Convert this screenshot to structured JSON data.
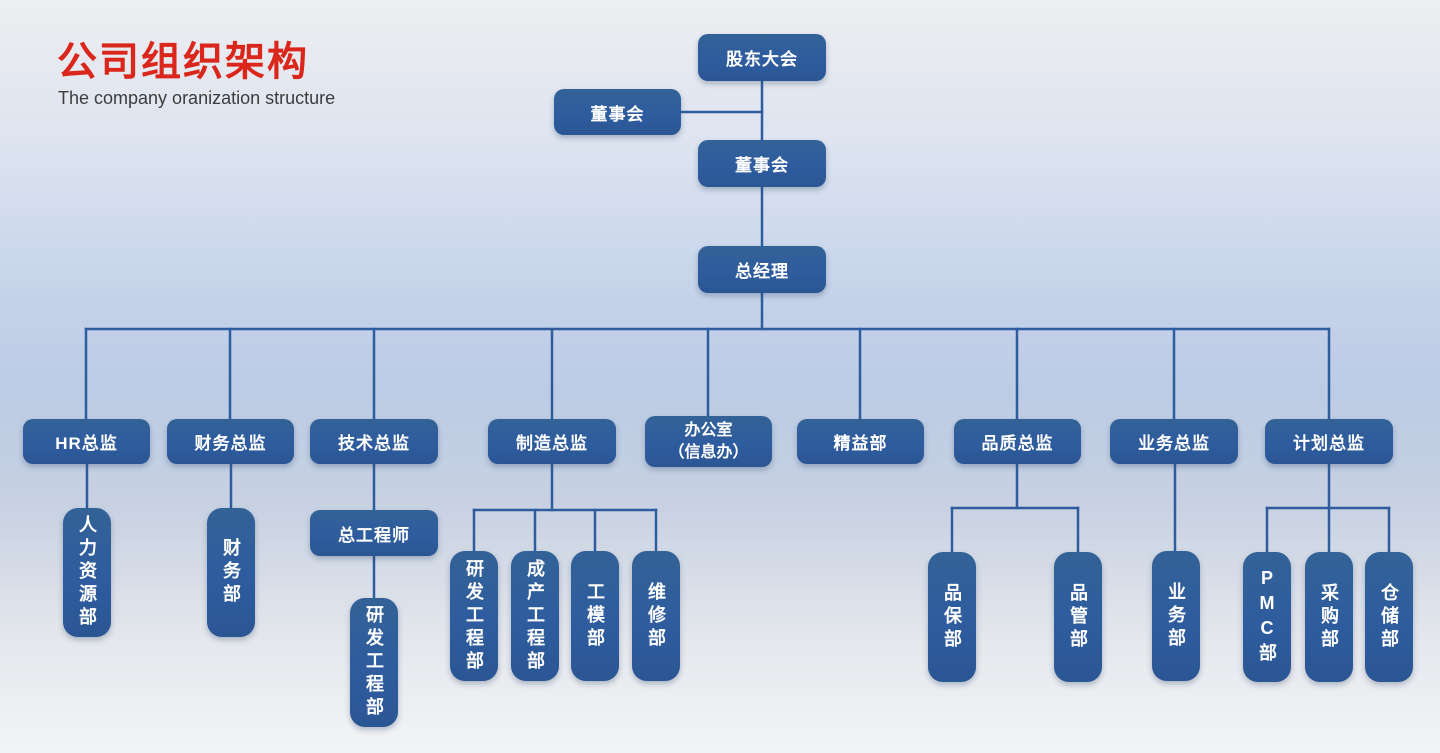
{
  "header": {
    "title": "公司组织架构",
    "subtitle": "The company oranization structure"
  },
  "colors": {
    "node_fill": "#2E5C9E",
    "connector": "#2E5C9E",
    "title_red": "#DA261B",
    "node_text": "#FFFFFF",
    "background_mid": "#BCCCE5",
    "background_edge": "#EDEEF0"
  },
  "nodes": {
    "shareholders_meeting": "股东大会",
    "board_side": "董事会",
    "board": "董事会",
    "general_manager": "总经理",
    "hr_director": "HR总监",
    "finance_director": "财务总监",
    "tech_director": "技术总监",
    "manufacturing_director": "制造总监",
    "office_line1": "办公室",
    "office_line2": "（信息办）",
    "lean_dept": "精益部",
    "quality_director": "品质总监",
    "business_director": "业务总监",
    "planning_director": "计划总监",
    "chief_engineer": "总工程师",
    "hr_dept": "人力资源部",
    "finance_dept": "财务部",
    "rd_engineering_dept_tech": "研发工程部",
    "rd_engineering_dept_mfg": "研发工程部",
    "production_engineering_dept": "成产工程部",
    "tooling_dept": "工模部",
    "maintenance_dept": "维修部",
    "quality_assurance_dept": "品保部",
    "quality_control_dept": "品管部",
    "business_dept": "业务部",
    "pmc_dept": "PMC部",
    "purchasing_dept": "采购部",
    "warehouse_dept": "仓储部"
  }
}
